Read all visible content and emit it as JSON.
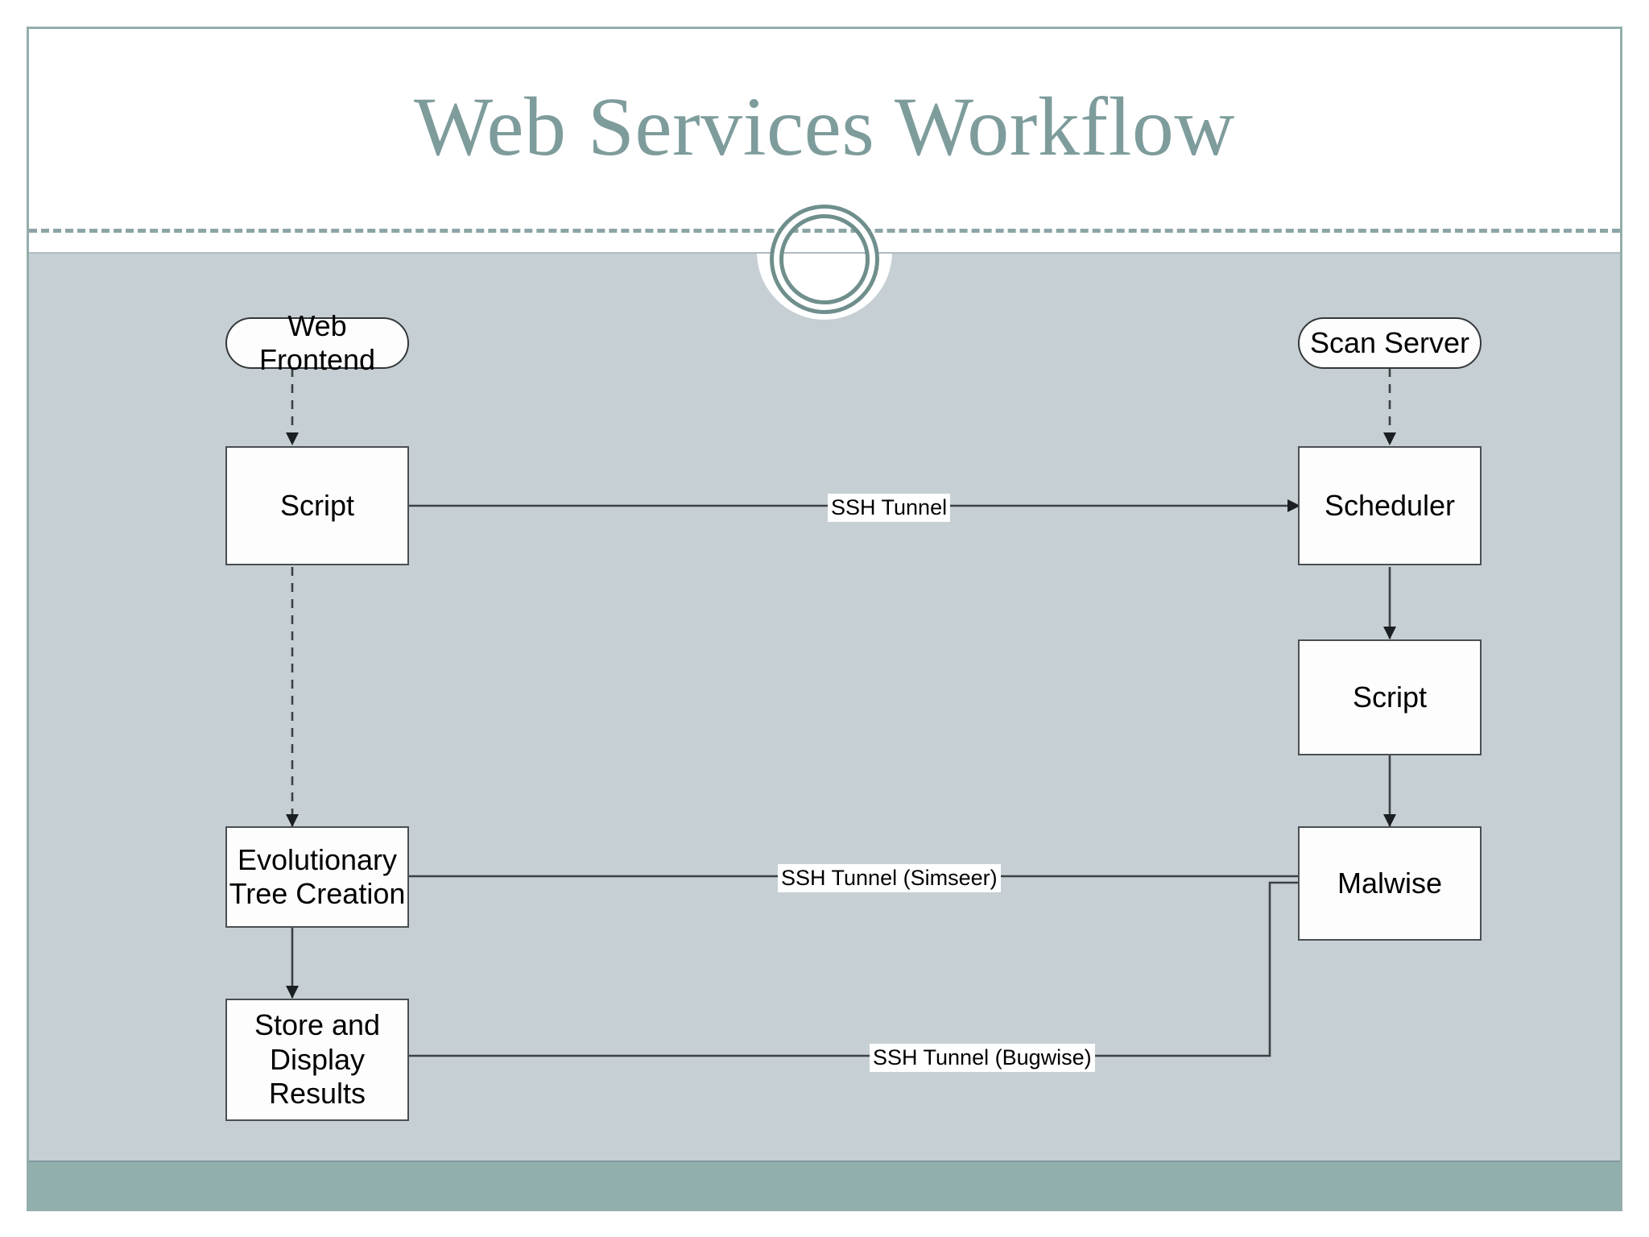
{
  "slide": {
    "title": "Web Services Workflow",
    "theme": {
      "title_color": "#7E9C9C",
      "panel_bg": "#C6CFD4",
      "footer_band": "#91AFAC",
      "frame_border": "#93AEAB",
      "node_fill": "#FDFDFD",
      "node_border": "#4A4F52",
      "edge_color": "#3C4143"
    }
  },
  "diagram": {
    "type": "flowchart",
    "nodes": [
      {
        "id": "web-frontend",
        "label": "Web Frontend",
        "shape": "pill",
        "column": "left"
      },
      {
        "id": "script-left",
        "label": "Script",
        "shape": "rect",
        "column": "left"
      },
      {
        "id": "evo-tree",
        "label": "Evolutionary\nTree Creation",
        "shape": "rect",
        "column": "left"
      },
      {
        "id": "store-display",
        "label": "Store and\nDisplay\nResults",
        "shape": "rect",
        "column": "left"
      },
      {
        "id": "scan-server",
        "label": "Scan Server",
        "shape": "pill",
        "column": "right"
      },
      {
        "id": "scheduler",
        "label": "Scheduler",
        "shape": "rect",
        "column": "right"
      },
      {
        "id": "script-right",
        "label": "Script",
        "shape": "rect",
        "column": "right"
      },
      {
        "id": "malwise",
        "label": "Malwise",
        "shape": "rect",
        "column": "right"
      }
    ],
    "edges": [
      {
        "id": "e-frontend-script",
        "from": "web-frontend",
        "to": "script-left",
        "style": "dashed",
        "label": ""
      },
      {
        "id": "e-script-scheduler",
        "from": "script-left",
        "to": "scheduler",
        "style": "solid",
        "label": "SSH Tunnel"
      },
      {
        "id": "e-script-evo",
        "from": "script-left",
        "to": "evo-tree",
        "style": "dashed",
        "label": ""
      },
      {
        "id": "e-evo-store",
        "from": "evo-tree",
        "to": "store-display",
        "style": "solid",
        "label": ""
      },
      {
        "id": "e-scan-scheduler",
        "from": "scan-server",
        "to": "scheduler",
        "style": "dashed",
        "label": ""
      },
      {
        "id": "e-scheduler-script",
        "from": "scheduler",
        "to": "script-right",
        "style": "solid",
        "label": ""
      },
      {
        "id": "e-script-malwise",
        "from": "script-right",
        "to": "malwise",
        "style": "solid",
        "label": ""
      },
      {
        "id": "e-malwise-evo",
        "from": "malwise",
        "to": "evo-tree",
        "style": "solid",
        "label": "SSH Tunnel (Simseer)"
      },
      {
        "id": "e-malwise-store",
        "from": "malwise",
        "to": "store-display",
        "style": "solid",
        "label": "SSH Tunnel (Bugwise)"
      }
    ],
    "labels": {
      "ssh_tunnel": "SSH Tunnel",
      "ssh_tunnel_simseer": "SSH Tunnel (Simseer)",
      "ssh_tunnel_bugwise": "SSH Tunnel (Bugwise)"
    },
    "node_text": {
      "web_frontend": "Web Frontend",
      "script_left": "Script",
      "evo_tree_line1": "Evolutionary",
      "evo_tree_line2": "Tree Creation",
      "store_line1": "Store and",
      "store_line2": "Display",
      "store_line3": "Results",
      "scan_server": "Scan Server",
      "scheduler": "Scheduler",
      "script_right": "Script",
      "malwise": "Malwise"
    }
  }
}
